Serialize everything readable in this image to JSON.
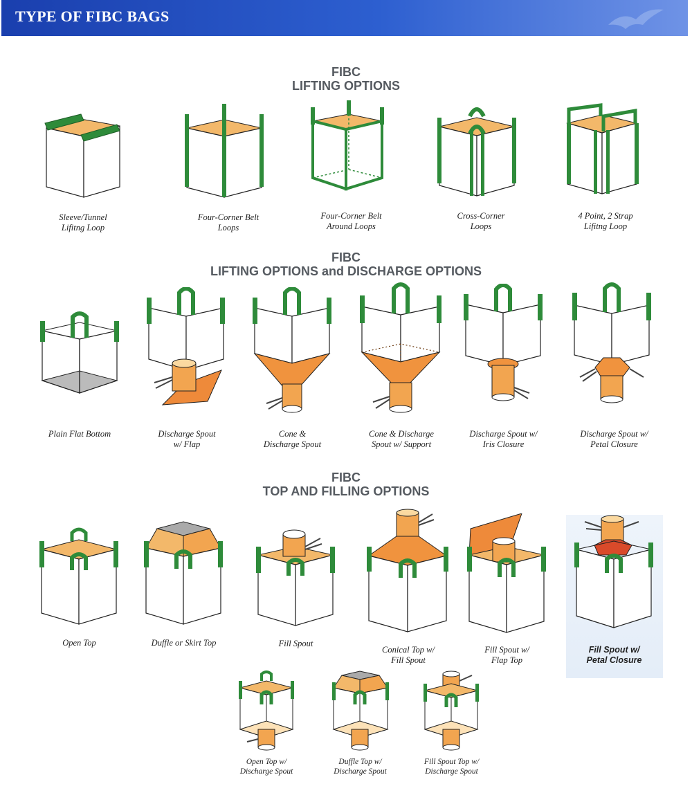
{
  "header": {
    "title": "TYPE OF FIBC BAGS",
    "bg_color": "#2453c2"
  },
  "colors": {
    "belt": "#2e8b3a",
    "fill_light": "#f7c97a",
    "fill_dark": "#e8702a",
    "outline": "#222222",
    "gray": "#bbbbbb"
  },
  "sections": {
    "lifting": {
      "line1": "FIBC",
      "line2": "LIFTING OPTIONS"
    },
    "discharge": {
      "line1": "FIBC",
      "line2": "LIFTING OPTIONS and DISCHARGE OPTIONS"
    },
    "top": {
      "line1": "FIBC",
      "line2": "TOP AND FILLING OPTIONS"
    }
  },
  "captions": {
    "sleeve": {
      "line1": "Sleeve/Tunnel",
      "line2": "Lifitng Loop"
    },
    "four_corner": {
      "line1": "Four-Corner Belt",
      "line2": "Loops"
    },
    "four_corner_around": {
      "line1": "Four-Corner Belt",
      "line2": "Around Loops"
    },
    "cross_corner": {
      "line1": "Cross-Corner",
      "line2": "Loops"
    },
    "four_point": {
      "line1": "4 Point, 2 Strap",
      "line2": "Lifitng Loop"
    },
    "plain_flat": {
      "line1": "Plain Flat Bottom",
      "line2": ""
    },
    "spout_flap": {
      "line1": "Discharge Spout",
      "line2": "w/ Flap"
    },
    "cone_spout": {
      "line1": "Cone &",
      "line2": "Discharge Spout"
    },
    "cone_support": {
      "line1": "Cone & Discharge",
      "line2": "Spout w/ Support"
    },
    "spout_iris": {
      "line1": "Discharge Spout w/",
      "line2": "Iris Closure"
    },
    "spout_petal": {
      "line1": "Discharge Spout w/",
      "line2": "Petal Closure"
    },
    "open_top": {
      "line1": "Open Top",
      "line2": ""
    },
    "duffle_top": {
      "line1": "Duffle or Skirt Top",
      "line2": ""
    },
    "fill_spout": {
      "line1": "Fill Spout",
      "line2": ""
    },
    "conical_top": {
      "line1": "Conical Top w/",
      "line2": "Fill Spout"
    },
    "fill_flap": {
      "line1": "Fill Spout w/",
      "line2": "Flap Top"
    },
    "fill_petal": {
      "line1": "Fill Spout w/",
      "line2": "Petal Closure"
    },
    "open_discharge": {
      "line1": "Open Top w/",
      "line2": "Discharge Spout"
    },
    "duffle_discharge": {
      "line1": "Duffle Top w/",
      "line2": "Discharge Spout"
    },
    "fillspout_discharge": {
      "line1": "Fill Spout Top w/",
      "line2": "Discharge Spout"
    }
  }
}
